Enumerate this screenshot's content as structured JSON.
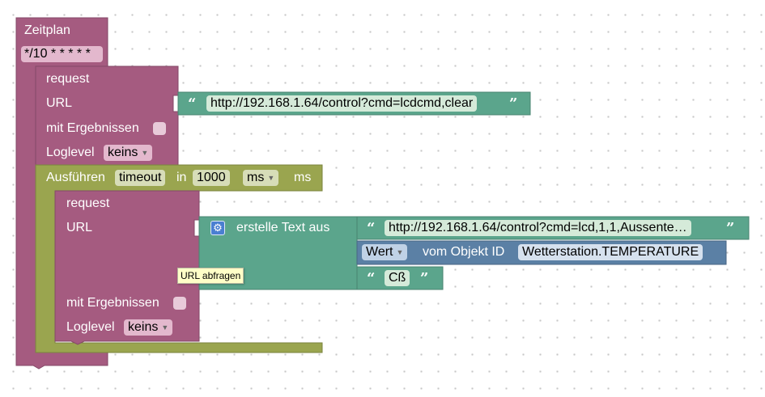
{
  "colors": {
    "schedule": "#a55b80",
    "request": "#a55b80",
    "timeout": "#9aa54f",
    "text": "#5ba58c",
    "object": "#5b80a5"
  },
  "schedule_block": {
    "title": "Zeitplan",
    "cron": "*/10 * * * * *"
  },
  "request_block_1": {
    "title": "request",
    "url_label": "URL",
    "url_value": "http://192.168.1.64/control?cmd=lcdcmd,clear",
    "results_label": "mit Ergebnissen",
    "loglevel_label": "Loglevel",
    "loglevel_value": "keins"
  },
  "timeout_block": {
    "label_run": "Ausführen",
    "name_value": "timeout",
    "label_in": "in",
    "delay_value": "1000",
    "unit_value": "ms",
    "unit_label": "ms"
  },
  "request_block_2": {
    "title": "request",
    "url_label": "URL",
    "results_label": "mit Ergebnissen",
    "loglevel_label": "Loglevel",
    "loglevel_value": "keins",
    "tooltip": "URL abfragen"
  },
  "join_block": {
    "label": "erstelle Text aus",
    "gear_icon": "gear-icon",
    "text1": "http://192.168.1.64/control?cmd=lcd,1,1,Aussente…",
    "text3": "Cß"
  },
  "object_block": {
    "property_value": "Wert",
    "label": "vom Objekt ID",
    "object_id": "Wetterstation.TEMPERATURE"
  }
}
